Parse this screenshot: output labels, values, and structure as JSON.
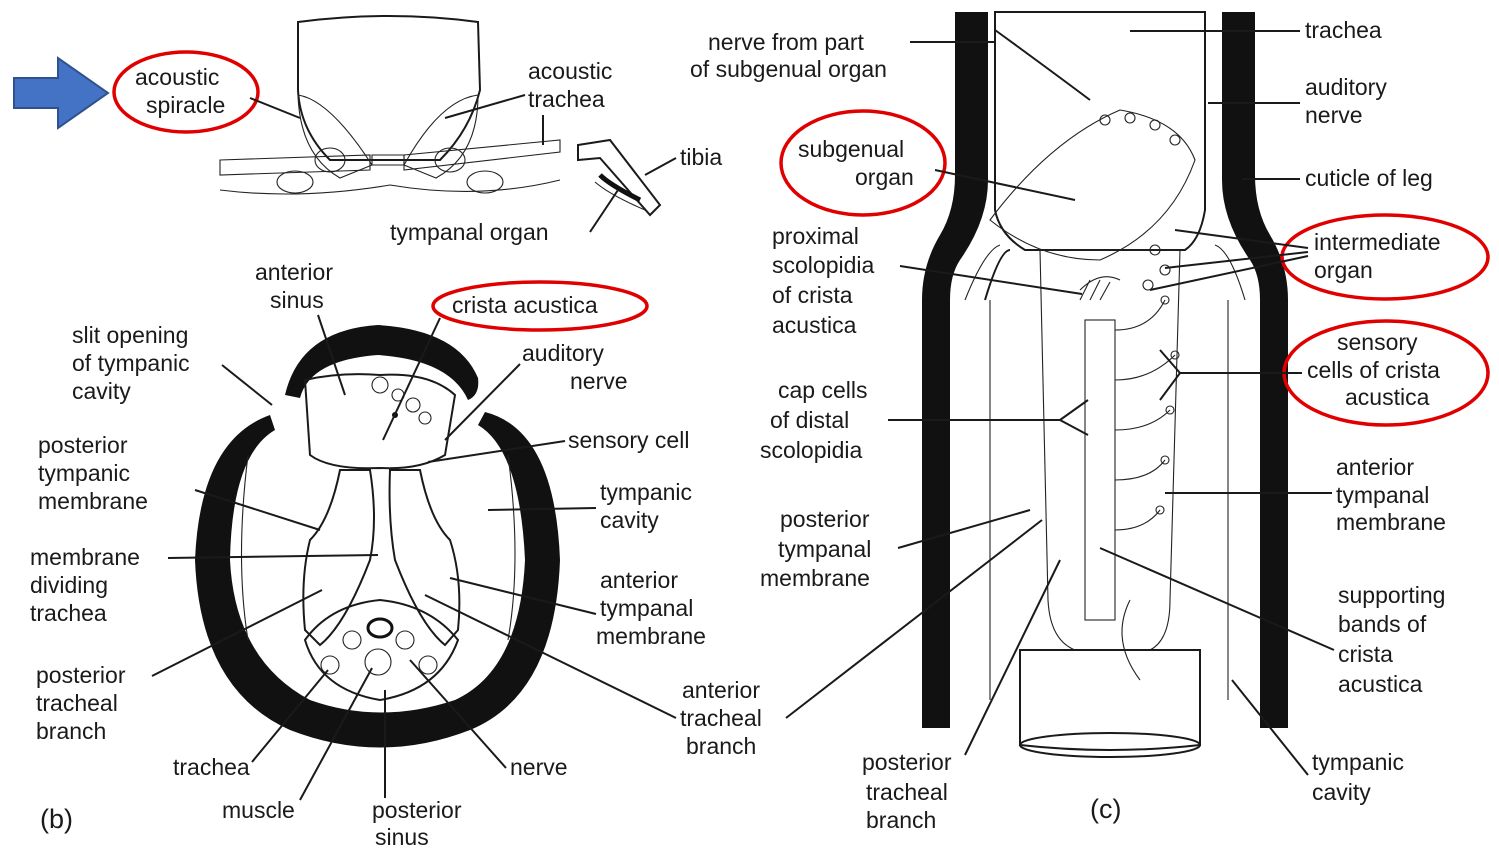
{
  "colors": {
    "highlight": "#e00000",
    "arrow": "#4472c4",
    "ink": "#111111"
  },
  "top": {
    "acoustic_spiracle": [
      "acoustic",
      "spiracle"
    ],
    "acoustic_trachea": [
      "acoustic",
      "trachea"
    ],
    "tibia": "tibia",
    "tympanal_organ": "tympanal organ"
  },
  "b": {
    "panel": "(b)",
    "anterior_sinus": [
      "anterior",
      "sinus"
    ],
    "crista_acustica": "crista acustica",
    "slit_opening": [
      "slit opening",
      "of tympanic",
      "cavity"
    ],
    "auditory_nerve": [
      "auditory",
      "nerve"
    ],
    "sensory_cell": "sensory cell",
    "posterior_tympanic_membrane": [
      "posterior",
      "tympanic",
      "membrane"
    ],
    "tympanic_cavity": [
      "tympanic",
      "cavity"
    ],
    "membrane_dividing_trachea": [
      "membrane",
      "dividing",
      "trachea"
    ],
    "anterior_tympanal_membrane": [
      "anterior",
      "tympanal",
      "membrane"
    ],
    "posterior_tracheal_branch": [
      "posterior",
      "tracheal",
      "branch"
    ],
    "anterior_tracheal_branch": [
      "anterior",
      "tracheal",
      "branch"
    ],
    "trachea": "trachea",
    "nerve": "nerve",
    "muscle": "muscle",
    "posterior_sinus": [
      "posterior",
      "sinus"
    ]
  },
  "c": {
    "panel": "(c)",
    "nerve_from_part": [
      "nerve from part",
      "of subgenual organ"
    ],
    "trachea": "trachea",
    "auditory_nerve": [
      "auditory",
      "nerve"
    ],
    "subgenual_organ": [
      "subgenual",
      "organ"
    ],
    "cuticle_of_leg": "cuticle of leg",
    "intermediate_organ": [
      "intermediate",
      "organ"
    ],
    "proximal_scolopidia": [
      "proximal",
      "scolopidia",
      "of crista",
      "acustica"
    ],
    "sensory_cells": [
      "sensory",
      "cells of crista",
      "acustica"
    ],
    "cap_cells": [
      "cap cells",
      "of distal",
      "scolopidia"
    ],
    "anterior_tympanal_membrane": [
      "anterior",
      "tympanal",
      "membrane"
    ],
    "posterior_tympanal_membrane": [
      "posterior",
      "tympanal",
      "membrane"
    ],
    "supporting_bands": [
      "supporting",
      "bands of",
      "crista",
      "acustica"
    ],
    "posterior_tracheal_branch": [
      "posterior",
      "tracheal",
      "branch"
    ],
    "tympanic_cavity": [
      "tympanic",
      "cavity"
    ]
  }
}
